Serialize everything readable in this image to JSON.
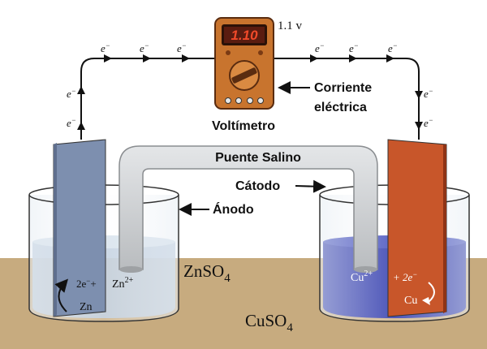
{
  "colors": {
    "table": "#c7ab7f",
    "zn_electrode": "#7d8faf",
    "cu_electrode": "#c8562a",
    "zn_solution": "#b8c9dc",
    "cu_solution": "#1f2aa6",
    "salt_bridge": "#c9cbcd",
    "voltmeter_body": "#c8742e",
    "display": "#5a1c10",
    "display_text": "#f04a2a"
  },
  "voltmeter": {
    "display": "1.10",
    "reading": "1.1 v",
    "label": "Voltímetro"
  },
  "current_label": {
    "line1": "Corriente",
    "line2": "eléctrica"
  },
  "electron_symbol": "e",
  "electron_charge": "−",
  "salt_bridge_label": "Puente Salino",
  "cathode_label": "Cátodo",
  "anode_label": "Ánodo",
  "solutions": {
    "zn_formula": "ZnSO",
    "zn_sub": "4",
    "cu_formula": "CuSO",
    "cu_sub": "4"
  },
  "zn_reaction": {
    "electrons": "2e",
    "electrons_sup": "−",
    "plus": "+",
    "ion": "Zn",
    "ion_sup": "2+",
    "metal": "Zn"
  },
  "cu_reaction": {
    "ion": "Cu",
    "ion_sup": "2+",
    "plus_electrons": "+ 2e",
    "electrons_sup": "−",
    "metal": "Cu"
  }
}
